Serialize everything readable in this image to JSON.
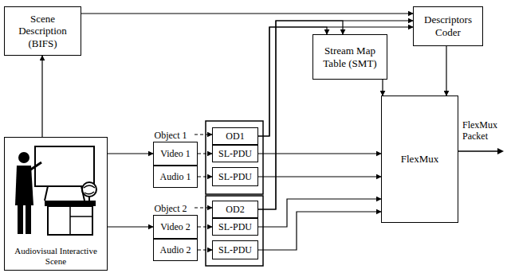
{
  "diagram": {
    "nodes": [
      {
        "text": [
          "Scene Description (BIFS)"
        ]
      },
      {
        "text": [
          "Descriptors Coder"
        ]
      },
      {
        "text": [
          "Object 1"
        ]
      },
      {
        "text": [
          "OD1"
        ]
      },
      {
        "text": [
          "Video 1"
        ]
      },
      {
        "text": [
          "SL-PDU"
        ]
      },
      {
        "text": [
          "Audio 1"
        ]
      },
      {
        "text": [
          "SL-PDU"
        ]
      },
      {
        "text": [
          "Stream Map Table (SMT)"
        ]
      },
      {
        "text": [
          "FlexMux"
        ]
      },
      {
        "text": [
          "Audiovisual Interactive Scene"
        ]
      },
      {
        "text": [
          "Object 2"
        ]
      },
      {
        "text": [
          "OD2"
        ]
      },
      {
        "text": [
          "Video 2"
        ]
      },
      {
        "text": [
          "SL-PDU"
        ]
      },
      {
        "text": [
          "Audio 2"
        ]
      },
      {
        "text": [
          "SL-PDU"
        ]
      }
    ],
    "edges": [
      {
        "from": 10,
        "to": 0,
        "arrow": "to"
      },
      {
        "from": 0,
        "to": 1,
        "arrow": "to"
      },
      {
        "from": 10,
        "to": 4,
        "arrow": "to"
      },
      {
        "from": 10,
        "to": 13,
        "arrow": "to"
      },
      {
        "from": 2,
        "to": 3,
        "arrow": "to"
      },
      {
        "from": 4,
        "to": 5,
        "arrow": "to"
      },
      {
        "from": 6,
        "to": 7,
        "arrow": "to"
      },
      {
        "from": 11,
        "to": 12,
        "arrow": "to"
      },
      {
        "from": 13,
        "to": 14,
        "arrow": "to"
      },
      {
        "from": 15,
        "to": 16,
        "arrow": "to"
      },
      {
        "from": 3,
        "to": 1,
        "arrow": "to"
      },
      {
        "from": 3,
        "to": 8,
        "arrow": "to"
      },
      {
        "from": 12,
        "to": 1,
        "arrow": "to"
      },
      {
        "from": 12,
        "to": 8,
        "arrow": "to"
      },
      {
        "from": 5,
        "to": 9,
        "arrow": "to"
      },
      {
        "from": 7,
        "to": 9,
        "arrow": "to"
      },
      {
        "from": 14,
        "to": 9,
        "arrow": "to"
      },
      {
        "from": 16,
        "to": 9,
        "arrow": "to"
      },
      {
        "from": 8,
        "to": 9,
        "arrow": "to"
      },
      {
        "from": 1,
        "to": 9,
        "arrow": "to"
      }
    ],
    "labels": [
      "FlexMux Packet"
    ]
  }
}
